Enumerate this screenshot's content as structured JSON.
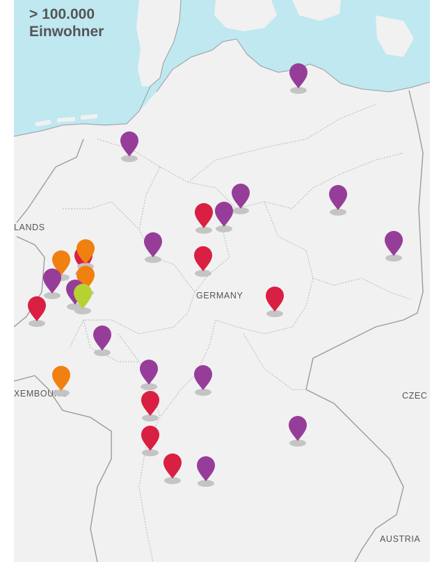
{
  "title": {
    "line1": "> 100.000",
    "line2": "Einwohner"
  },
  "labels": {
    "netherlands": "LANDS",
    "germany": "GERMANY",
    "luxembourg": "XEMBOURG",
    "czech": "CZEC",
    "austria": "AUSTRIA"
  },
  "colors": {
    "sea": "#bfe8f1",
    "land": "#f1f1f1",
    "border": "#9a9a9a",
    "purple": "#963d9a",
    "red": "#d91f42",
    "orange": "#f08010",
    "lime": "#b6d230",
    "shadow": "#c4c4c4"
  },
  "markers": [
    {
      "id": "rostock",
      "color": "purple"
    },
    {
      "id": "oldenburg",
      "color": "purple"
    },
    {
      "id": "berlin-west",
      "color": "purple"
    },
    {
      "id": "magdeburg",
      "color": "purple"
    },
    {
      "id": "hannover",
      "color": "red"
    },
    {
      "id": "braunschweig",
      "color": "purple"
    },
    {
      "id": "cottbus",
      "color": "purple"
    },
    {
      "id": "bielefeld",
      "color": "purple"
    },
    {
      "id": "goettingen",
      "color": "red"
    },
    {
      "id": "ruhr-red",
      "color": "red"
    },
    {
      "id": "ruhr-orange-1",
      "color": "orange"
    },
    {
      "id": "ruhr-orange-2",
      "color": "orange"
    },
    {
      "id": "ruhr-purple",
      "color": "purple"
    },
    {
      "id": "ruhr-orange-3",
      "color": "orange"
    },
    {
      "id": "ruhr-purple-2",
      "color": "purple"
    },
    {
      "id": "aachen",
      "color": "red"
    },
    {
      "id": "koeln",
      "color": "lime"
    },
    {
      "id": "leipzig",
      "color": "red"
    },
    {
      "id": "koblenz",
      "color": "purple"
    },
    {
      "id": "frankfurt",
      "color": "purple"
    },
    {
      "id": "wuerzburg",
      "color": "purple"
    },
    {
      "id": "saarbruecken",
      "color": "orange"
    },
    {
      "id": "mannheim",
      "color": "red"
    },
    {
      "id": "karlsruhe",
      "color": "red"
    },
    {
      "id": "regensburg",
      "color": "purple"
    },
    {
      "id": "stuttgart",
      "color": "red"
    },
    {
      "id": "augsburg",
      "color": "purple"
    }
  ]
}
